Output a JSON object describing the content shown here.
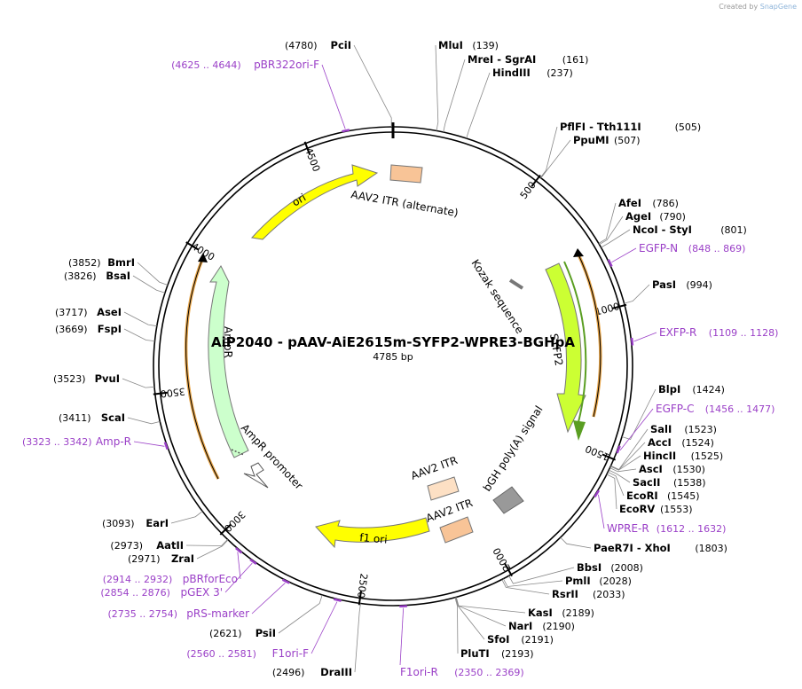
{
  "credit": {
    "prefix": "Created by",
    "brand": "SnapGene"
  },
  "plasmid": {
    "name": "AiP2040 - pAAV-AiE2615m-SYFP2-WPRE3-BGHpA",
    "length_label": "4785 bp",
    "length": 4785
  },
  "ticks": [
    "500",
    "1000",
    "1500",
    "2000",
    "2500",
    "3000",
    "3500",
    "4000",
    "4500"
  ],
  "features": [
    {
      "label": "ori",
      "color": "#ffff00"
    },
    {
      "label": "AAV2 ITR (alternate)",
      "color": "#f8c497"
    },
    {
      "label": "Kozak sequence",
      "color": "#999999"
    },
    {
      "label": "SYFP2",
      "color": "#ccff33"
    },
    {
      "label": "bGH poly(A) signal",
      "color": "#999999"
    },
    {
      "label": "AAV2 ITR",
      "color": "#fde0c4"
    },
    {
      "label": "AAV2 ITR",
      "color": "#f8c497"
    },
    {
      "label": "f1 ori",
      "color": "#ffff00"
    },
    {
      "label": "AmpR promoter",
      "color": "#ffffff"
    },
    {
      "label": "AmpR",
      "color": "#ccffcc"
    }
  ],
  "enzymes": [
    {
      "pos": "(4780)",
      "name": "PciI"
    },
    {
      "name": "MluI",
      "pos": "(139)"
    },
    {
      "name": "MreI  - SgrAI",
      "pos": "(161)"
    },
    {
      "name": "HindIII",
      "pos": "(237)"
    },
    {
      "name": "PflFI  - Tth111I",
      "pos": "(505)"
    },
    {
      "name": "PpuMI",
      "pos": "(507)"
    },
    {
      "name": "AfeI",
      "pos": "(786)"
    },
    {
      "name": "AgeI",
      "pos": "(790)"
    },
    {
      "name": "NcoI  - StyI",
      "pos": "(801)"
    },
    {
      "name": "PasI",
      "pos": "(994)"
    },
    {
      "name": "BlpI",
      "pos": "(1424)"
    },
    {
      "name": "SalI",
      "pos": "(1523)"
    },
    {
      "name": "AccI",
      "pos": "(1524)"
    },
    {
      "name": "HincII",
      "pos": "(1525)"
    },
    {
      "name": "AscI",
      "pos": "(1530)"
    },
    {
      "name": "SacII",
      "pos": "(1538)"
    },
    {
      "name": "EcoRI",
      "pos": "(1545)"
    },
    {
      "name": "EcoRV",
      "pos": "(1553)"
    },
    {
      "name": "PaeR7I  - XhoI",
      "pos": "(1803)"
    },
    {
      "name": "BbsI",
      "pos": "(2008)"
    },
    {
      "name": "PmlI",
      "pos": "(2028)"
    },
    {
      "name": "RsrII",
      "pos": "(2033)"
    },
    {
      "name": "KasI",
      "pos": "(2189)"
    },
    {
      "name": "NarI",
      "pos": "(2190)"
    },
    {
      "name": "SfoI",
      "pos": "(2191)"
    },
    {
      "name": "PluTI",
      "pos": "(2193)"
    },
    {
      "pos": "(2496)",
      "name": "DraIII"
    },
    {
      "pos": "(2621)",
      "name": "PsiI"
    },
    {
      "pos": "(2971)",
      "name": "ZraI"
    },
    {
      "pos": "(2973)",
      "name": "AatII"
    },
    {
      "pos": "(3093)",
      "name": "EarI"
    },
    {
      "pos": "(3411)",
      "name": "ScaI"
    },
    {
      "pos": "(3523)",
      "name": "PvuI"
    },
    {
      "pos": "(3669)",
      "name": "FspI"
    },
    {
      "pos": "(3717)",
      "name": "AseI"
    },
    {
      "pos": "(3826)",
      "name": "BsaI"
    },
    {
      "pos": "(3852)",
      "name": "BmrI"
    }
  ],
  "primers": [
    {
      "range": "(4625 .. 4644)",
      "name": "pBR322ori-F"
    },
    {
      "name": "EGFP-N",
      "range": "(848 .. 869)"
    },
    {
      "name": "EXFP-R",
      "range": "(1109 .. 1128)"
    },
    {
      "name": "EGFP-C",
      "range": "(1456 .. 1477)"
    },
    {
      "name": "WPRE-R",
      "range": "(1612 .. 1632)"
    },
    {
      "name": "F1ori-R",
      "range": "(2350 .. 2369)"
    },
    {
      "range": "(2560 .. 2581)",
      "name": "F1ori-F"
    },
    {
      "range": "(2735 .. 2754)",
      "name": "pRS-marker"
    },
    {
      "range": "(2854 .. 2876)",
      "name": "pGEX 3'"
    },
    {
      "range": "(2914 .. 2932)",
      "name": "pBRforEco"
    },
    {
      "range": "(3323 .. 3342)",
      "name": "Amp-R"
    }
  ]
}
